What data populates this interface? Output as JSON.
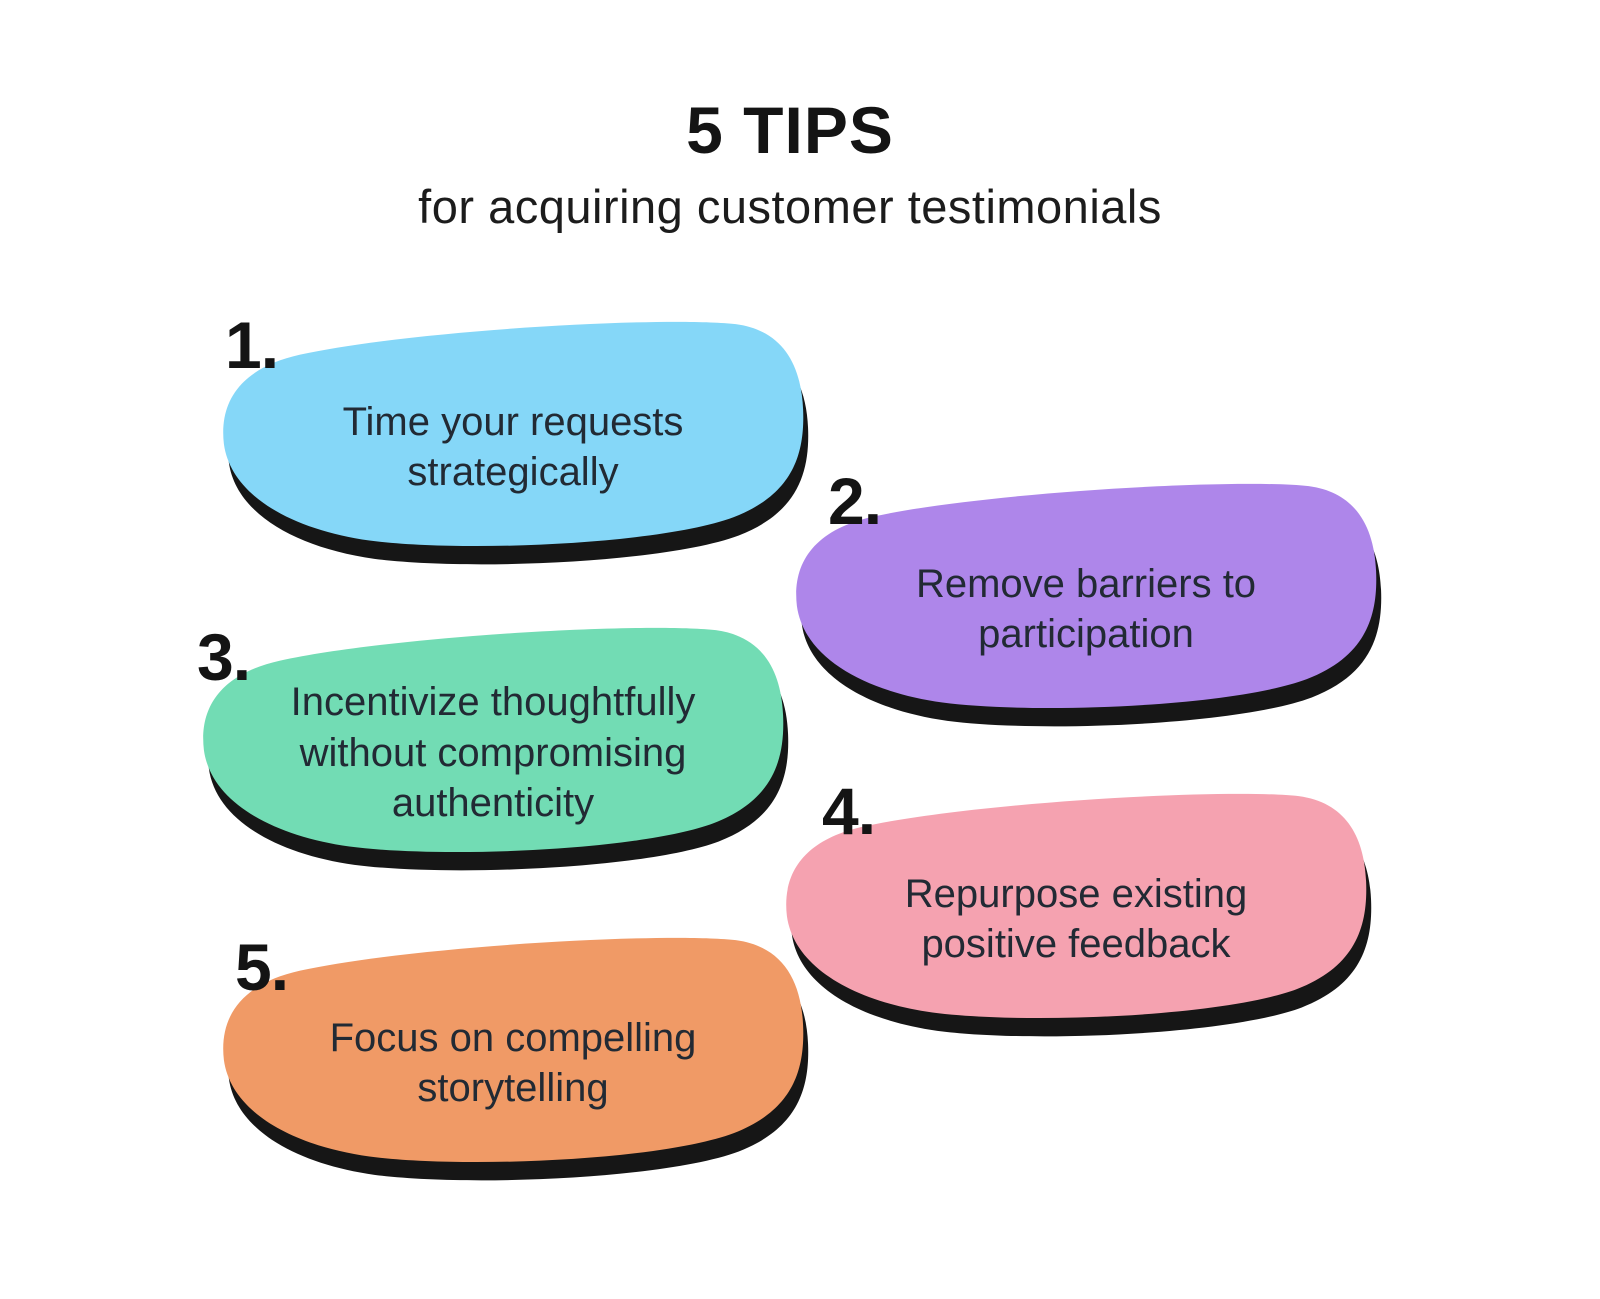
{
  "header": {
    "title": "5 TIPS",
    "subtitle": "for acquiring customer testimonials"
  },
  "colors": {
    "background": "#ffffff",
    "shadow_black": "#161616",
    "heading_text": "#141414",
    "body_text": "#222a34"
  },
  "tips": [
    {
      "number": "1.",
      "label": "Time your requests\nstrategically",
      "color": "#85d7f8"
    },
    {
      "number": "2.",
      "label": "Remove barriers to\nparticipation",
      "color": "#ae86ea"
    },
    {
      "number": "3.",
      "label": "Incentivize thoughtfully\nwithout compromising\nauthenticity",
      "color": "#72dcb4"
    },
    {
      "number": "4.",
      "label": "Repurpose existing\npositive feedback",
      "color": "#f5a2b0"
    },
    {
      "number": "5.",
      "label": "Focus on compelling\nstorytelling",
      "color": "#f09a66"
    }
  ]
}
